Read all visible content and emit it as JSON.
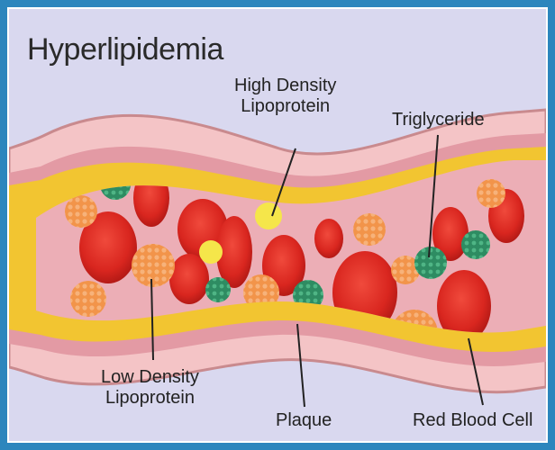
{
  "title": "Hyperlipidemia",
  "labels": {
    "hdl": [
      "High Density",
      "Lipoprotein"
    ],
    "triglyceride": "Triglyceride",
    "ldl": [
      "Low Density",
      "Lipoprotein"
    ],
    "plaque": "Plaque",
    "rbc": "Red Blood Cell"
  },
  "colors": {
    "frame": "#2c86bd",
    "background": "#d9d8ef",
    "vessel_wall": "#f4c4c6",
    "vessel_wall_edge": "#c98a8e",
    "plaque": "#f2c531",
    "lumen": "#ecaeb6",
    "red_blood_cell": "#d9261f",
    "ldl": "#f2944a",
    "hdl": "#f5e64a",
    "triglyceride": "#2e8c62"
  }
}
